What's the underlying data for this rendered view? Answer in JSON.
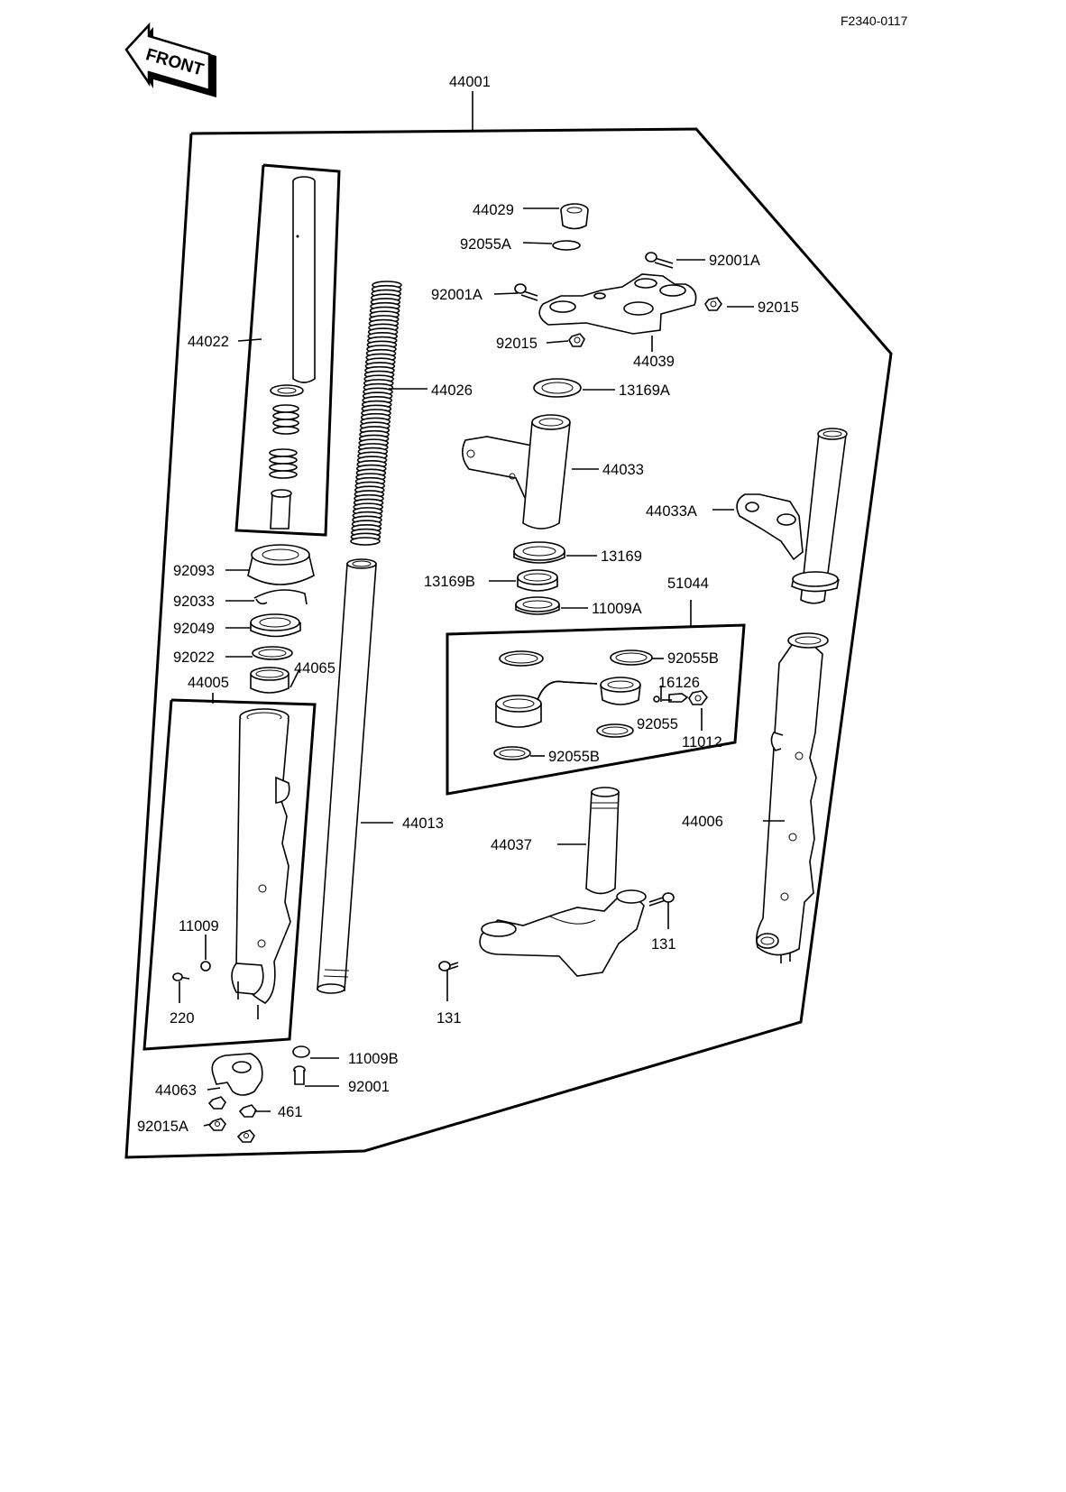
{
  "diagram_code": "F2340-0117",
  "front_label": "FRONT",
  "parts": {
    "p44001": "44001",
    "p44022": "44022",
    "p44026": "44026",
    "p44029": "44029",
    "p92055A": "92055A",
    "p92001A_top": "92001A",
    "p92001A_left": "92001A",
    "p92015_right": "92015",
    "p92015_left": "92015",
    "p44039": "44039",
    "p13169A": "13169A",
    "p44033": "44033",
    "p44033A": "44033A",
    "p92093": "92093",
    "p92033": "92033",
    "p92049": "92049",
    "p92022": "92022",
    "p44065": "44065",
    "p44005": "44005",
    "p13169": "13169",
    "p13169B": "13169B",
    "p11009A": "11009A",
    "p51044": "51044",
    "p92055B_top": "92055B",
    "p16126": "16126",
    "p92055": "92055",
    "p11012": "11012",
    "p92055B_bottom": "92055B",
    "p44013": "44013",
    "p44037": "44037",
    "p44006": "44006",
    "p11009": "11009",
    "p220": "220",
    "p131_left": "131",
    "p131_right": "131",
    "p11009B": "11009B",
    "p92001": "92001",
    "p44063": "44063",
    "p461": "461",
    "p92015A": "92015A"
  }
}
